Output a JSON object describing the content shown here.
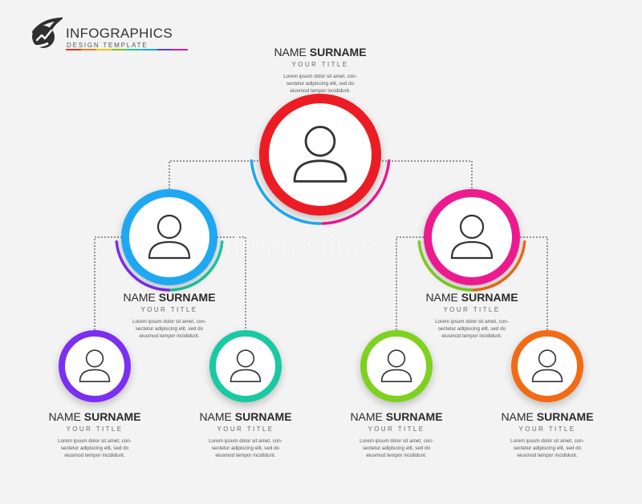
{
  "logo": {
    "title": "INFOGRAPHICS",
    "subtitle": "DESIGN TEMPLATE",
    "rule_colors": [
      "#e63327",
      "#f07a16",
      "#f5c400",
      "#7bc428",
      "#1dc7a3",
      "#1aa6e8",
      "#5b3bd8",
      "#d61ea0"
    ]
  },
  "watermark": "dreamstime",
  "palette": {
    "red": "#ec1c24",
    "blue": "#1ea8f2",
    "magenta": "#ec1a8f",
    "purple": "#7b2ff0",
    "teal": "#19c9a3",
    "lime": "#7fd11f",
    "orange": "#f26a14",
    "connector": "#333333"
  },
  "nodes": [
    {
      "id": "top",
      "color": "#ec1c24",
      "arc_colors": [
        "#1ea8f2",
        "#ec1a8f"
      ],
      "name_first": "NAME",
      "name_last": "SURNAME",
      "title": "YOUR TITLE",
      "desc": [
        "Lorem ipsum dolor sit amet, con-",
        "sectetur adipiscing elit, sed do",
        "eiusmod tempor incididunt."
      ]
    },
    {
      "id": "mid-left",
      "color": "#1ea8f2",
      "arc_colors": [
        "#7b2ff0",
        "#19c9a3"
      ],
      "name_first": "NAME",
      "name_last": "SURNAME",
      "title": "YOUR TITLE",
      "desc": [
        "Lorem ipsum dolor sit amet, con-",
        "sectetur adipiscing elit, sed do",
        "eiusmod tempor incididunt."
      ]
    },
    {
      "id": "mid-right",
      "color": "#ec1a8f",
      "arc_colors": [
        "#7fd11f",
        "#f26a14"
      ],
      "name_first": "NAME",
      "name_last": "SURNAME",
      "title": "YOUR TITLE",
      "desc": [
        "Lorem ipsum dolor sit amet, con-",
        "sectetur adipiscing elit, sed do",
        "eiusmod tempor incididunt."
      ]
    },
    {
      "id": "bottom-1",
      "color": "#7b2ff0",
      "name_first": "NAME",
      "name_last": "SURNAME",
      "title": "YOUR TITLE",
      "desc": [
        "Lorem ipsum dolor sit amet, con-",
        "sectetur adipiscing elit, sed do",
        "eiusmod tempor incididunt."
      ]
    },
    {
      "id": "bottom-2",
      "color": "#19c9a3",
      "name_first": "NAME",
      "name_last": "SURNAME",
      "title": "YOUR TITLE",
      "desc": [
        "Lorem ipsum dolor sit amet, con-",
        "sectetur adipiscing elit, sed do",
        "eiusmod tempor incididunt."
      ]
    },
    {
      "id": "bottom-3",
      "color": "#7fd11f",
      "name_first": "NAME",
      "name_last": "SURNAME",
      "title": "YOUR TITLE",
      "desc": [
        "Lorem ipsum dolor sit amet, con-",
        "sectetur adipiscing elit, sed do",
        "eiusmod tempor incididunt."
      ]
    },
    {
      "id": "bottom-4",
      "color": "#f26a14",
      "name_first": "NAME",
      "name_last": "SURNAME",
      "title": "YOUR TITLE",
      "desc": [
        "Lorem ipsum dolor sit amet, con-",
        "sectetur adipiscing elit, sed do",
        "eiusmod tempor incididunt."
      ]
    }
  ]
}
